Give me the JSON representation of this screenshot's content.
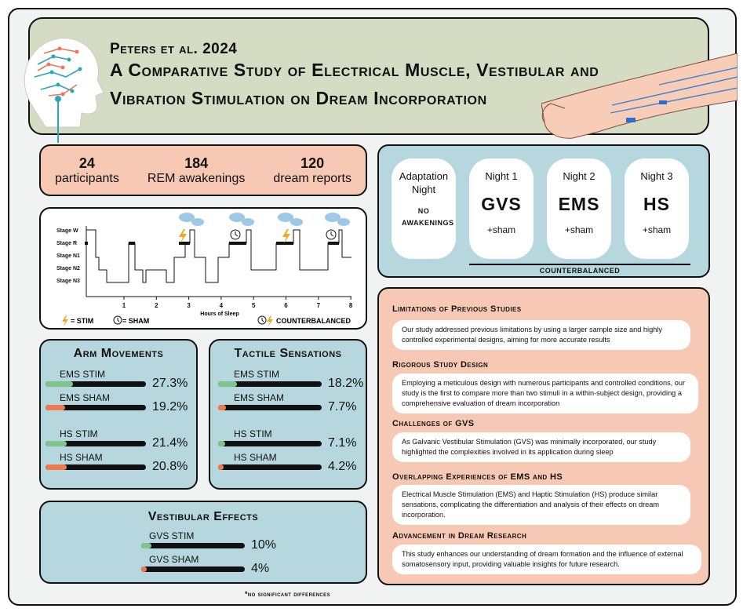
{
  "header": {
    "author": "Peters et al. 2024",
    "title_line1": "A Comparative Study of Electrical Muscle, Vestibular and",
    "title_line2": "Vibration Stimulation on Dream Incorporation"
  },
  "stats": [
    {
      "value": "24",
      "label": "participants"
    },
    {
      "value": "184",
      "label": "REM awakenings"
    },
    {
      "value": "120",
      "label": "dream reports"
    }
  ],
  "hypnogram": {
    "stages": [
      "Stage W",
      "Stage R",
      "Stage N1",
      "Stage N2",
      "Stage N3"
    ],
    "x_ticks": [
      "1",
      "2",
      "3",
      "4",
      "5",
      "6",
      "7",
      "8"
    ],
    "xlabel": "Hours of Sleep",
    "legend_stim": "= STIM",
    "legend_sham": "= SHAM",
    "legend_counter": "COUNTERBALANCED"
  },
  "nights": {
    "cards": [
      {
        "title": "Adaptation Night",
        "sub": "NO AWAKENINGS"
      },
      {
        "title": "Night 1",
        "big": "GVS",
        "sub": "+sham"
      },
      {
        "title": "Night 2",
        "big": "EMS",
        "sub": "+sham"
      },
      {
        "title": "Night 3",
        "big": "HS",
        "sub": "+sham"
      }
    ],
    "counterbalanced": "COUNTERBALANCED"
  },
  "arm": {
    "title": "Arm Movements",
    "bars": [
      {
        "label": "EMS STIM",
        "value": "27.3%",
        "pct": 27.3,
        "kind": "stim"
      },
      {
        "label": "EMS SHAM",
        "value": "19.2%",
        "pct": 19.2,
        "kind": "sham"
      },
      {
        "label": "HS STIM",
        "value": "21.4%",
        "pct": 21.4,
        "kind": "stim"
      },
      {
        "label": "HS SHAM",
        "value": "20.8%",
        "pct": 20.8,
        "kind": "sham"
      }
    ]
  },
  "tactile": {
    "title": "Tactile Sensations",
    "bars": [
      {
        "label": "EMS STIM",
        "value": "18.2%",
        "pct": 18.2,
        "kind": "stim"
      },
      {
        "label": "EMS SHAM",
        "value": "7.7%",
        "pct": 7.7,
        "kind": "sham"
      },
      {
        "label": "HS STIM",
        "value": "7.1%",
        "pct": 7.1,
        "kind": "stim"
      },
      {
        "label": "HS SHAM",
        "value": "4.2%",
        "pct": 4.2,
        "kind": "sham"
      }
    ]
  },
  "vestibular": {
    "title": "Vestibular Effects",
    "bars": [
      {
        "label": "GVS STIM",
        "value": "10%",
        "pct": 10,
        "kind": "stim"
      },
      {
        "label": "GVS SHAM",
        "value": "4%",
        "pct": 4,
        "kind": "sham"
      }
    ]
  },
  "findings": [
    {
      "heading": "Limitations of Previous Studies",
      "text": "Our study addressed previous limitations by using a larger sample size and highly controlled experimental designs, aiming for more accurate results"
    },
    {
      "heading": "Rigorous Study Design",
      "text": "Employing a meticulous design with numerous participants and controlled conditions, our study is the first to compare more than two stimuli in a within-subject design, providing a comprehensive evaluation of dream incorporation"
    },
    {
      "heading": "Challenges of GVS",
      "text": "As Galvanic Vestibular Stimulation (GVS) was minimally incorporated, our study highlighted the complexities involved in its application during sleep"
    },
    {
      "heading": "Overlapping Experiences of EMS and HS",
      "text": "Electrical Muscle Stimulation (EMS) and Haptic Stimulation (HS) produce similar sensations, complicating the differentiation and analysis of their effects on dream incorporation."
    },
    {
      "heading": "Advancement in Dream Research",
      "text": "This study enhances our understanding of dream formation and the influence of external somatosensory input, providing valuable insights for future research."
    }
  ],
  "footnote": "*no significant differences",
  "colors": {
    "header_bg": "#d6dcc3",
    "salmon": "#f7c9b4",
    "blue": "#b7d7df",
    "stim_bar": "#7fc48a",
    "sham_bar": "#f07a4f",
    "bolt": "#f5a623"
  }
}
